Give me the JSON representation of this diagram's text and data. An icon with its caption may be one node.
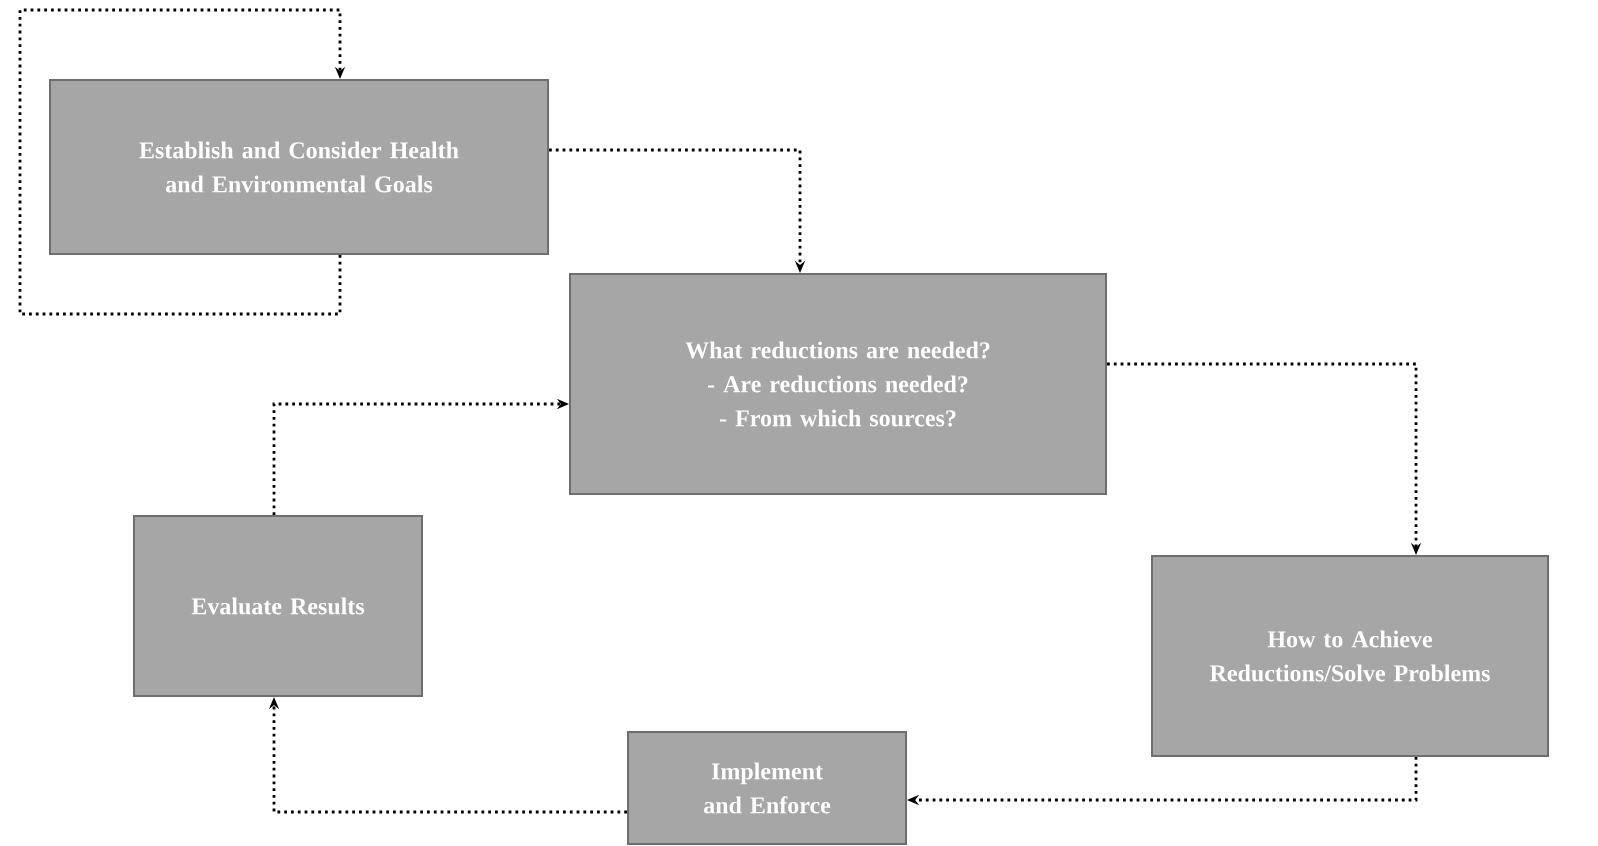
{
  "diagram": {
    "nodes": [
      {
        "text": [
          "Establish and Consider Health and Environmental Goals"
        ]
      },
      {
        "text": [
          "What reductions are needed?",
          "- Are reductions needed?",
          "- From which sources?"
        ]
      },
      {
        "text": [
          "How to Achieve Reductions/Solve Problems"
        ]
      },
      {
        "text": [
          "Implement and Enforce"
        ]
      },
      {
        "text": [
          "Evaluate Results"
        ]
      }
    ],
    "edges": [
      {
        "from": 0,
        "to": 0,
        "arrow": "to"
      },
      {
        "from": 0,
        "to": 1,
        "arrow": "to"
      },
      {
        "from": 1,
        "to": 2,
        "arrow": "to"
      },
      {
        "from": 2,
        "to": 3,
        "arrow": "to"
      },
      {
        "from": 3,
        "to": 4,
        "arrow": "to"
      },
      {
        "from": 4,
        "to": 1,
        "arrow": "to"
      }
    ]
  }
}
